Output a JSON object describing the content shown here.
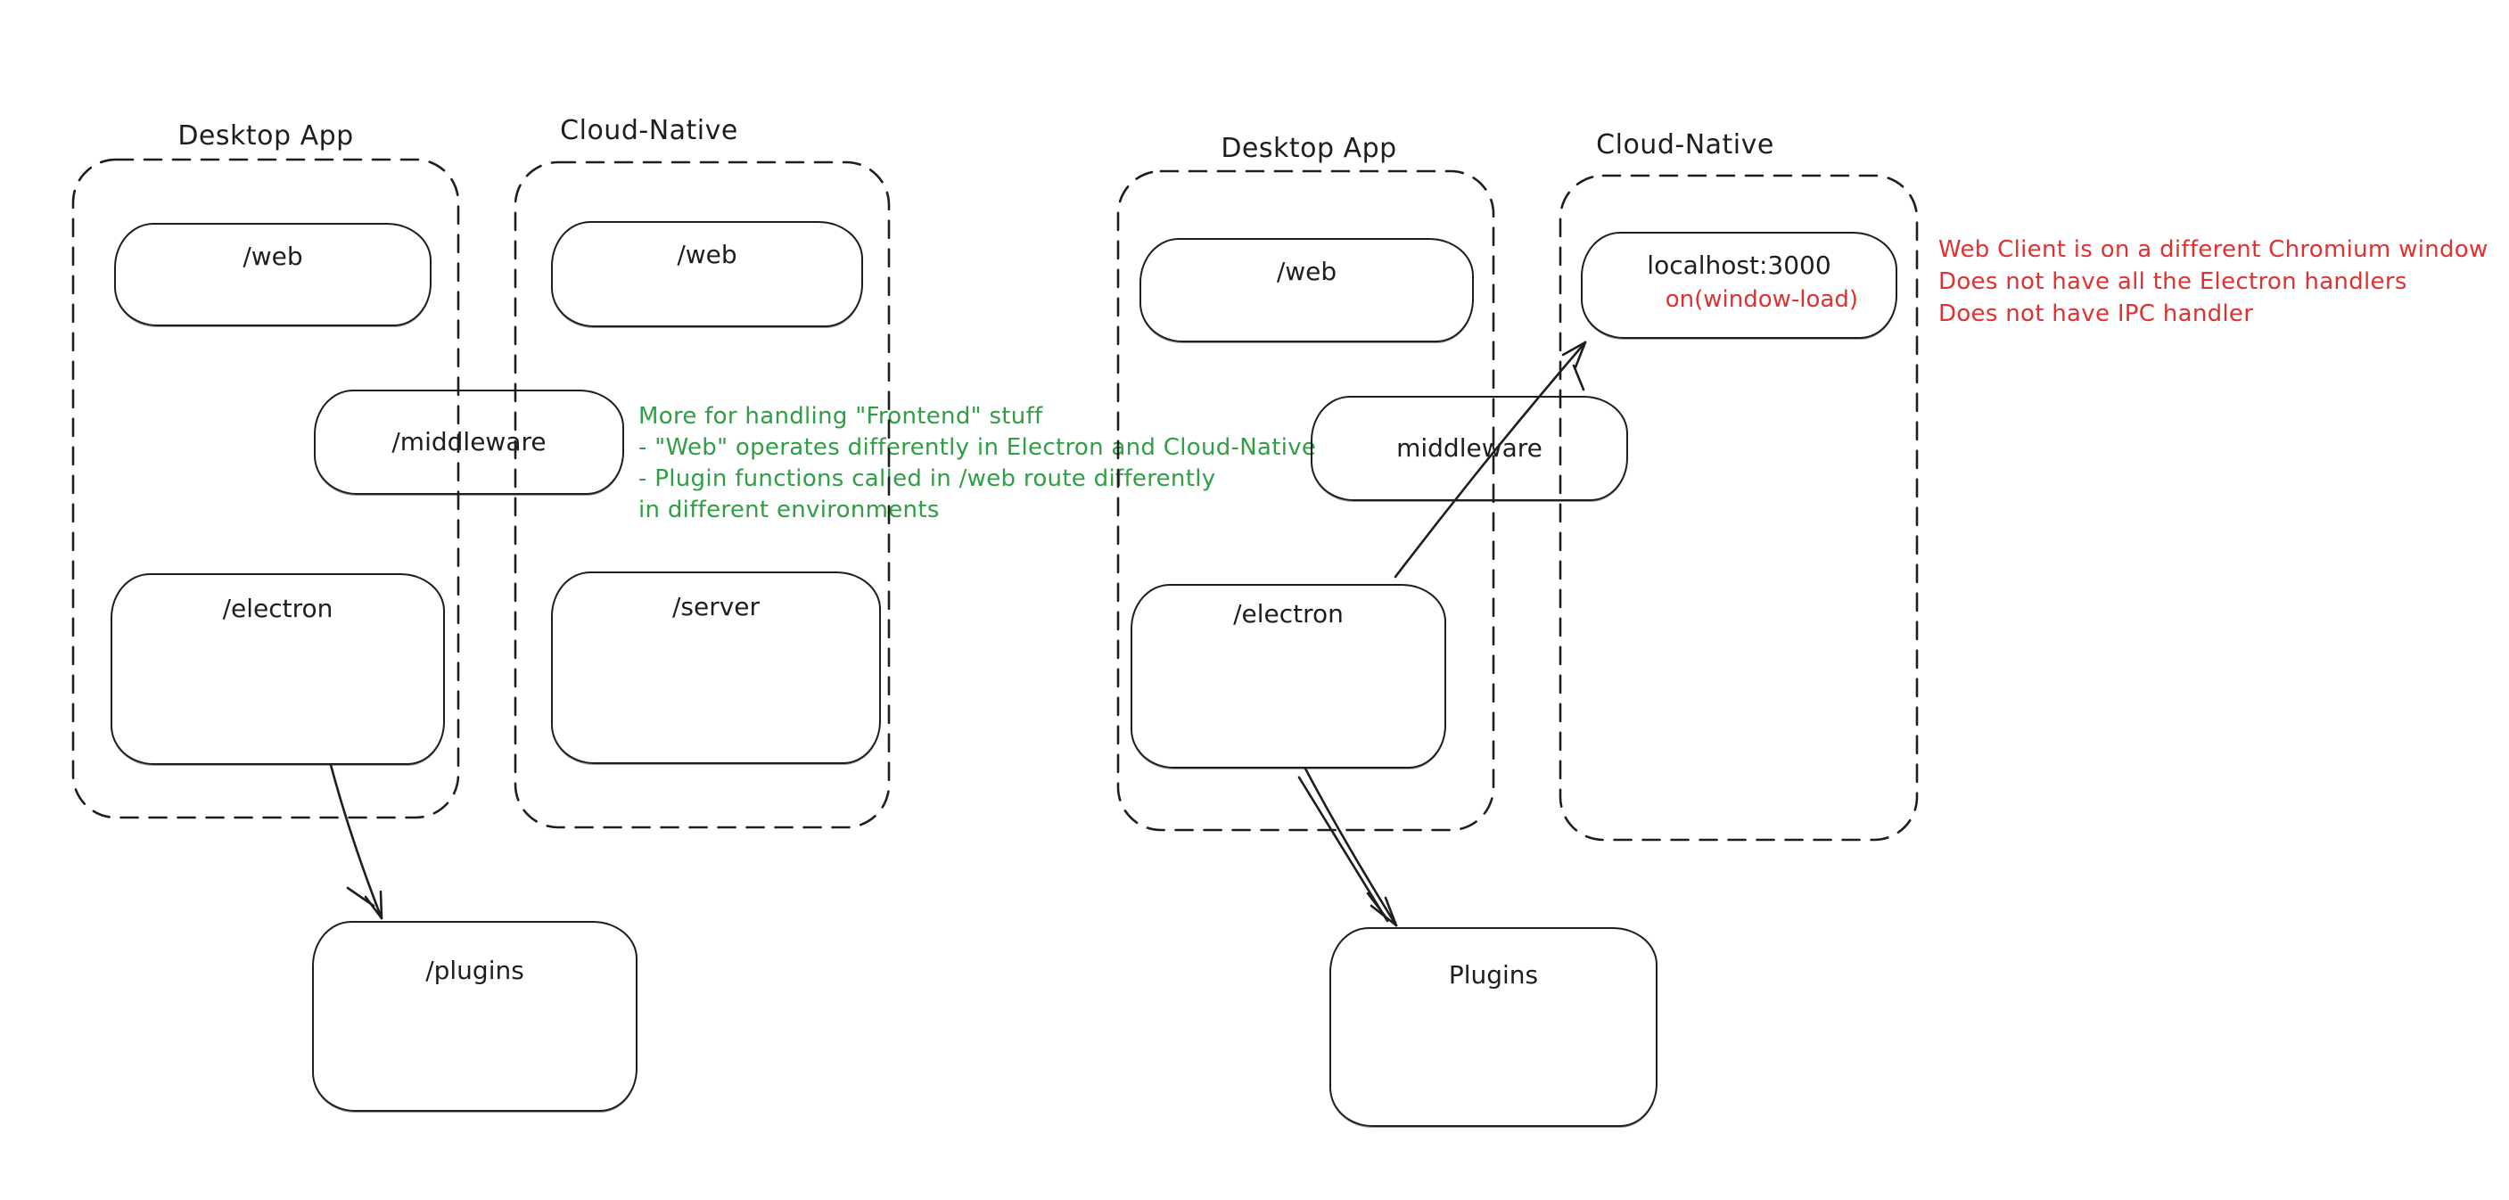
{
  "colors": {
    "ink": "#1e1e1e",
    "red": "#e03131",
    "green": "#2f9e44",
    "background": "#ffffff"
  },
  "left_diagram": {
    "desktop": {
      "title": "Desktop App",
      "web_label": "/web",
      "middleware_label": "/middleware",
      "electron_label": "/electron"
    },
    "cloud": {
      "title": "Cloud-Native",
      "web_label": "/web",
      "server_label": "/server"
    },
    "plugins_label": "/plugins",
    "note_lines": [
      "More for handling \"Frontend\" stuff",
      "- \"Web\" operates differently in Electron and Cloud-Native",
      "- Plugin functions called in /web route differently",
      "in different environments"
    ]
  },
  "right_diagram": {
    "desktop": {
      "title": "Desktop App",
      "web_label": "/web",
      "electron_label": "/electron"
    },
    "cloud": {
      "title": "Cloud-Native",
      "localhost_label": "localhost:3000",
      "on_window_load_label": "on(window-load)"
    },
    "middleware_label": "middleware",
    "plugins_label": "Plugins",
    "note_lines": [
      "Web Client is on a different Chromium window",
      "Does not have all the Electron handlers",
      "Does not have IPC handler"
    ]
  }
}
